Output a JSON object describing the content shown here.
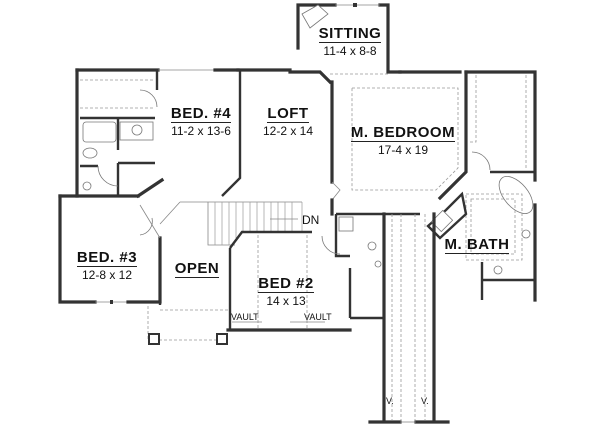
{
  "plan": {
    "rooms": [
      {
        "id": "sitting",
        "name": "SITTING",
        "dim": "11-4 x 8-8"
      },
      {
        "id": "bed4",
        "name": "BED. #4",
        "dim": "11-2 x 13-6"
      },
      {
        "id": "loft",
        "name": "LOFT",
        "dim": "12-2 x 14"
      },
      {
        "id": "mbedroom",
        "name": "M. BEDROOM",
        "dim": "17-4 x 19"
      },
      {
        "id": "bed3",
        "name": "BED. #3",
        "dim": "12-8 x 12"
      },
      {
        "id": "open",
        "name": "OPEN",
        "dim": ""
      },
      {
        "id": "bed2",
        "name": "BED #2",
        "dim": "14 x 13"
      },
      {
        "id": "mbath",
        "name": "M. BATH",
        "dim": ""
      }
    ],
    "annotations": {
      "stairs_dn": "DN",
      "vault_left": "VAULT",
      "vault_right": "VAULT",
      "v_left": "V.",
      "v_right": "V."
    },
    "colors": {
      "wall": "#333333",
      "background": "#ffffff",
      "line": "#888888"
    }
  }
}
